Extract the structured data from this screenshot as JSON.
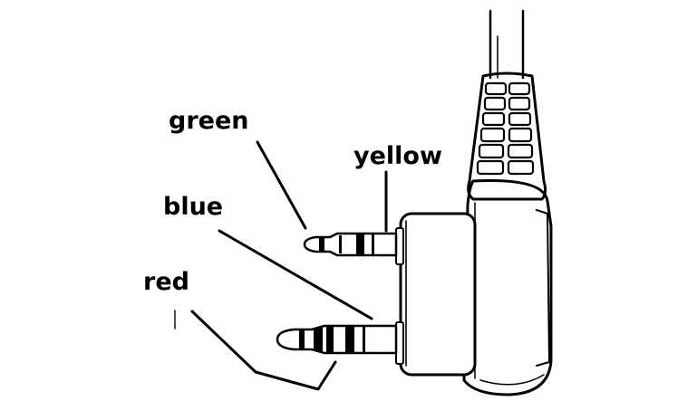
{
  "labels": {
    "green": "green",
    "yellow": "yellow",
    "blue": "blue",
    "red": "red"
  },
  "colors": {
    "ink": "#000000",
    "background": "#ffffff",
    "shade": "#d9d9d9"
  }
}
